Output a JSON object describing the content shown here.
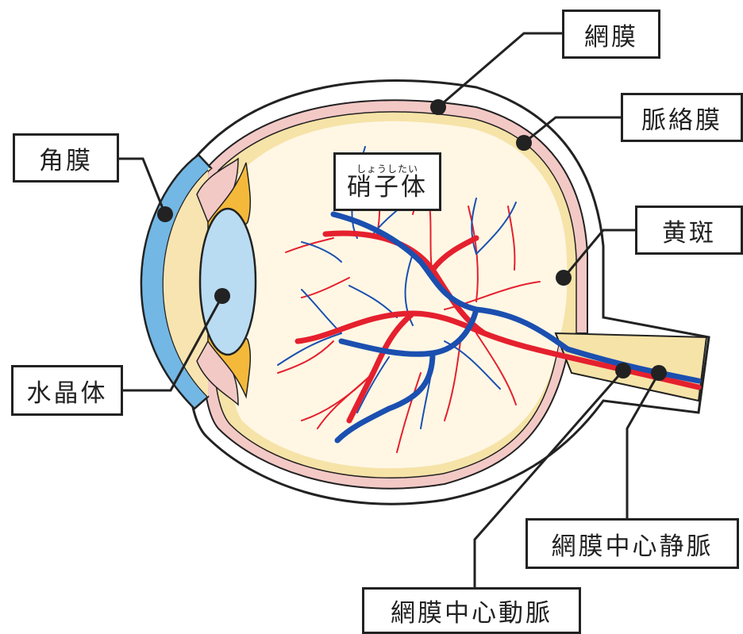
{
  "labels": {
    "retina": "網膜",
    "choroid": "脈絡膜",
    "cornea": "角膜",
    "vitreous": "硝子体",
    "vitreous_ruby": "しょうしたい",
    "macula": "黄斑",
    "lens": "水晶体",
    "central_retinal_vein": "網膜中心静脈",
    "central_retinal_artery": "網膜中心動脈"
  },
  "colors": {
    "outline": "#222222",
    "sclera": "#ffffff",
    "choroid": "#f3c9c6",
    "retina": "#f6e3a8",
    "vitreous": "#fff7e4",
    "cornea": "#73b7e4",
    "lens": "#b9dcf3",
    "ciliary": "#f4b93b",
    "artery": "#e5202e",
    "vein": "#1b4fb0",
    "optic_nerve": "#f6e3a8"
  }
}
